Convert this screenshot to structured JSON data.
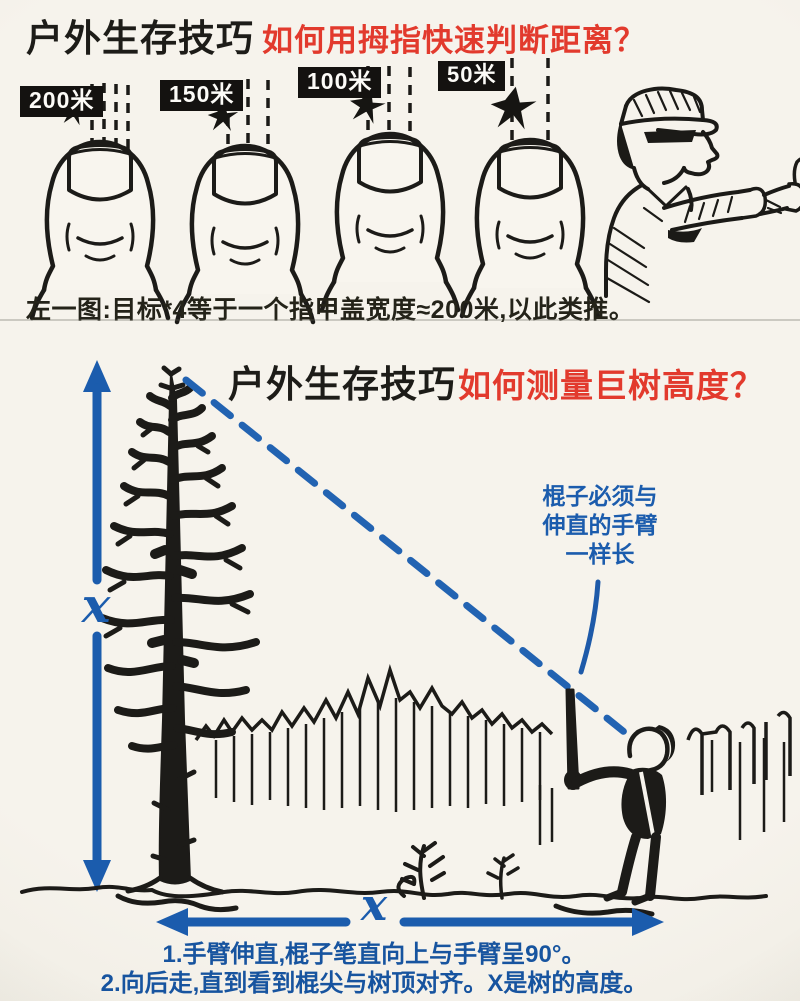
{
  "colors": {
    "background": "#f6f3ec",
    "ink": "#1c1b18",
    "red": "#e23a2d",
    "blue": "#1b5cad"
  },
  "thumb_section": {
    "title_black": "户外生存技巧",
    "title_red": "如何用拇指快速判断距离？",
    "distances": [
      {
        "label": "200米"
      },
      {
        "label": "150米"
      },
      {
        "label": "100米"
      },
      {
        "label": "50米"
      }
    ],
    "caption": "左一图:目标*4等于一个指甲盖宽度≈200米,以此类推。"
  },
  "tree_section": {
    "title_black": "户外生存技巧",
    "title_red": "如何测量巨树高度？",
    "stick_note": [
      "棍子必须与",
      "伸直的手臂",
      "一样长"
    ],
    "height_axis_label": "x",
    "baseline_label": "x",
    "steps": [
      "1.手臂伸直,棍子笔直向上与手臂呈90°。",
      "2.向后走,直到看到棍尖与树顶对齐。X是树的高度。"
    ]
  }
}
